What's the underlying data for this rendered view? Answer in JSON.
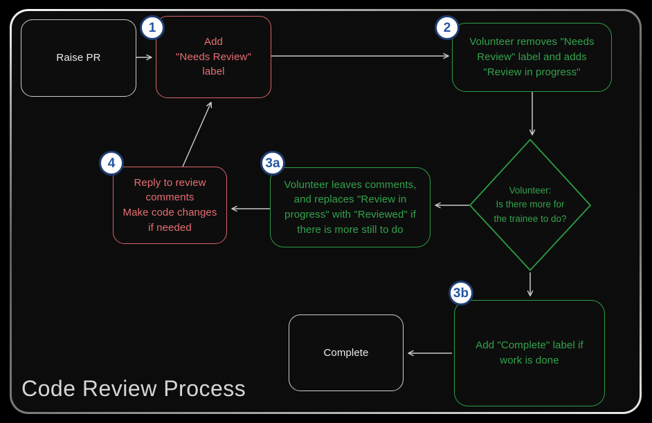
{
  "title": "Code Review Process",
  "colors": {
    "background": "#0c0c0c",
    "frame_metal": "#d9d9d9",
    "red_border": "#d96366",
    "red_text": "#e96e72",
    "green_border": "#2c9e45",
    "green_text": "#33a34d",
    "neutral_border": "#cfcfcf",
    "neutral_text": "#ececec",
    "arrow": "#c9c9c9",
    "badge_fill": "#ffffff",
    "badge_border": "#1e3d73",
    "badge_text": "#2456a4",
    "title_text": "#d6d6d6"
  },
  "badges": {
    "step1": "1",
    "step2": "2",
    "step3a": "3a",
    "step3b": "3b",
    "step4": "4"
  },
  "nodes": {
    "raise_pr": {
      "label": "Raise PR"
    },
    "add_needs_review": {
      "label": "Add\n\"Needs Review\"\nlabel",
      "badge": "1"
    },
    "volunteer_removes": {
      "label": "Volunteer removes \"Needs\nReview\" label and adds\n\"Review in progress\"",
      "badge": "2"
    },
    "decision": {
      "label": "Volunteer:\nIs there more for\nthe trainee to do?"
    },
    "leaves_comments": {
      "label": "Volunteer leaves comments,\nand replaces \"Review in\nprogress\" with \"Reviewed\" if\nthere is more still to do",
      "badge": "3a"
    },
    "reply_comments": {
      "label": "Reply to review\ncomments\nMake code changes\nif needed",
      "badge": "4"
    },
    "add_complete": {
      "label": "Add \"Complete\" label if\nwork is done",
      "badge": "3b"
    },
    "complete": {
      "label": "Complete"
    }
  }
}
